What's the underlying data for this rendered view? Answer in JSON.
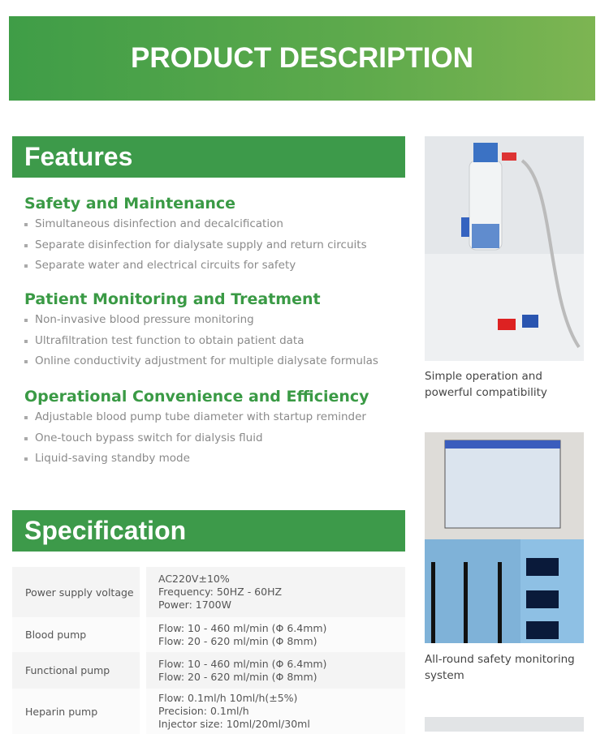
{
  "banner": {
    "title": "PRODUCT DESCRIPTION"
  },
  "features": {
    "title": "Features",
    "sections": [
      {
        "heading": "Safety and Maintenance",
        "items": [
          "Simultaneous disinfection and decalcification",
          "Separate disinfection for dialysate supply and return circuits",
          "Separate water and electrical circuits for safety"
        ]
      },
      {
        "heading": "Patient Monitoring and Treatment",
        "items": [
          "Non-invasive blood pressure monitoring",
          "Ultrafiltration test function to obtain patient data",
          "Online conductivity adjustment for multiple dialysate formulas"
        ]
      },
      {
        "heading": "Operational Convenience and Efficiency",
        "items": [
          "Adjustable blood pump tube diameter with startup reminder",
          "One-touch bypass switch for dialysis fluid",
          "Liquid-saving standby mode"
        ]
      }
    ]
  },
  "specification": {
    "title": "Specification",
    "rows": [
      {
        "label": "Power supply voltage",
        "lines": [
          "AC220V±10%",
          "Frequency: 50HZ - 60HZ",
          "Power: 1700W"
        ]
      },
      {
        "label": "Blood pump",
        "lines": [
          "Flow: 10 - 460 ml/min (Φ 6.4mm)",
          "Flow: 20 - 620 ml/min (Φ 8mm)"
        ]
      },
      {
        "label": "Functional pump",
        "lines": [
          "Flow: 10 - 460 ml/min (Φ 6.4mm)",
          "Flow: 20 - 620 ml/min (Φ 8mm)"
        ]
      },
      {
        "label": "Heparin pump",
        "lines": [
          "Flow: 0.1ml/h 10ml/h(±5%)",
          "Precision: 0.1ml/h",
          "Injector size: 10ml/20ml/30ml"
        ]
      }
    ]
  },
  "gallery": [
    {
      "caption": "Simple operation and powerful compatibility"
    },
    {
      "caption": "All-round safety monitoring system"
    }
  ]
}
